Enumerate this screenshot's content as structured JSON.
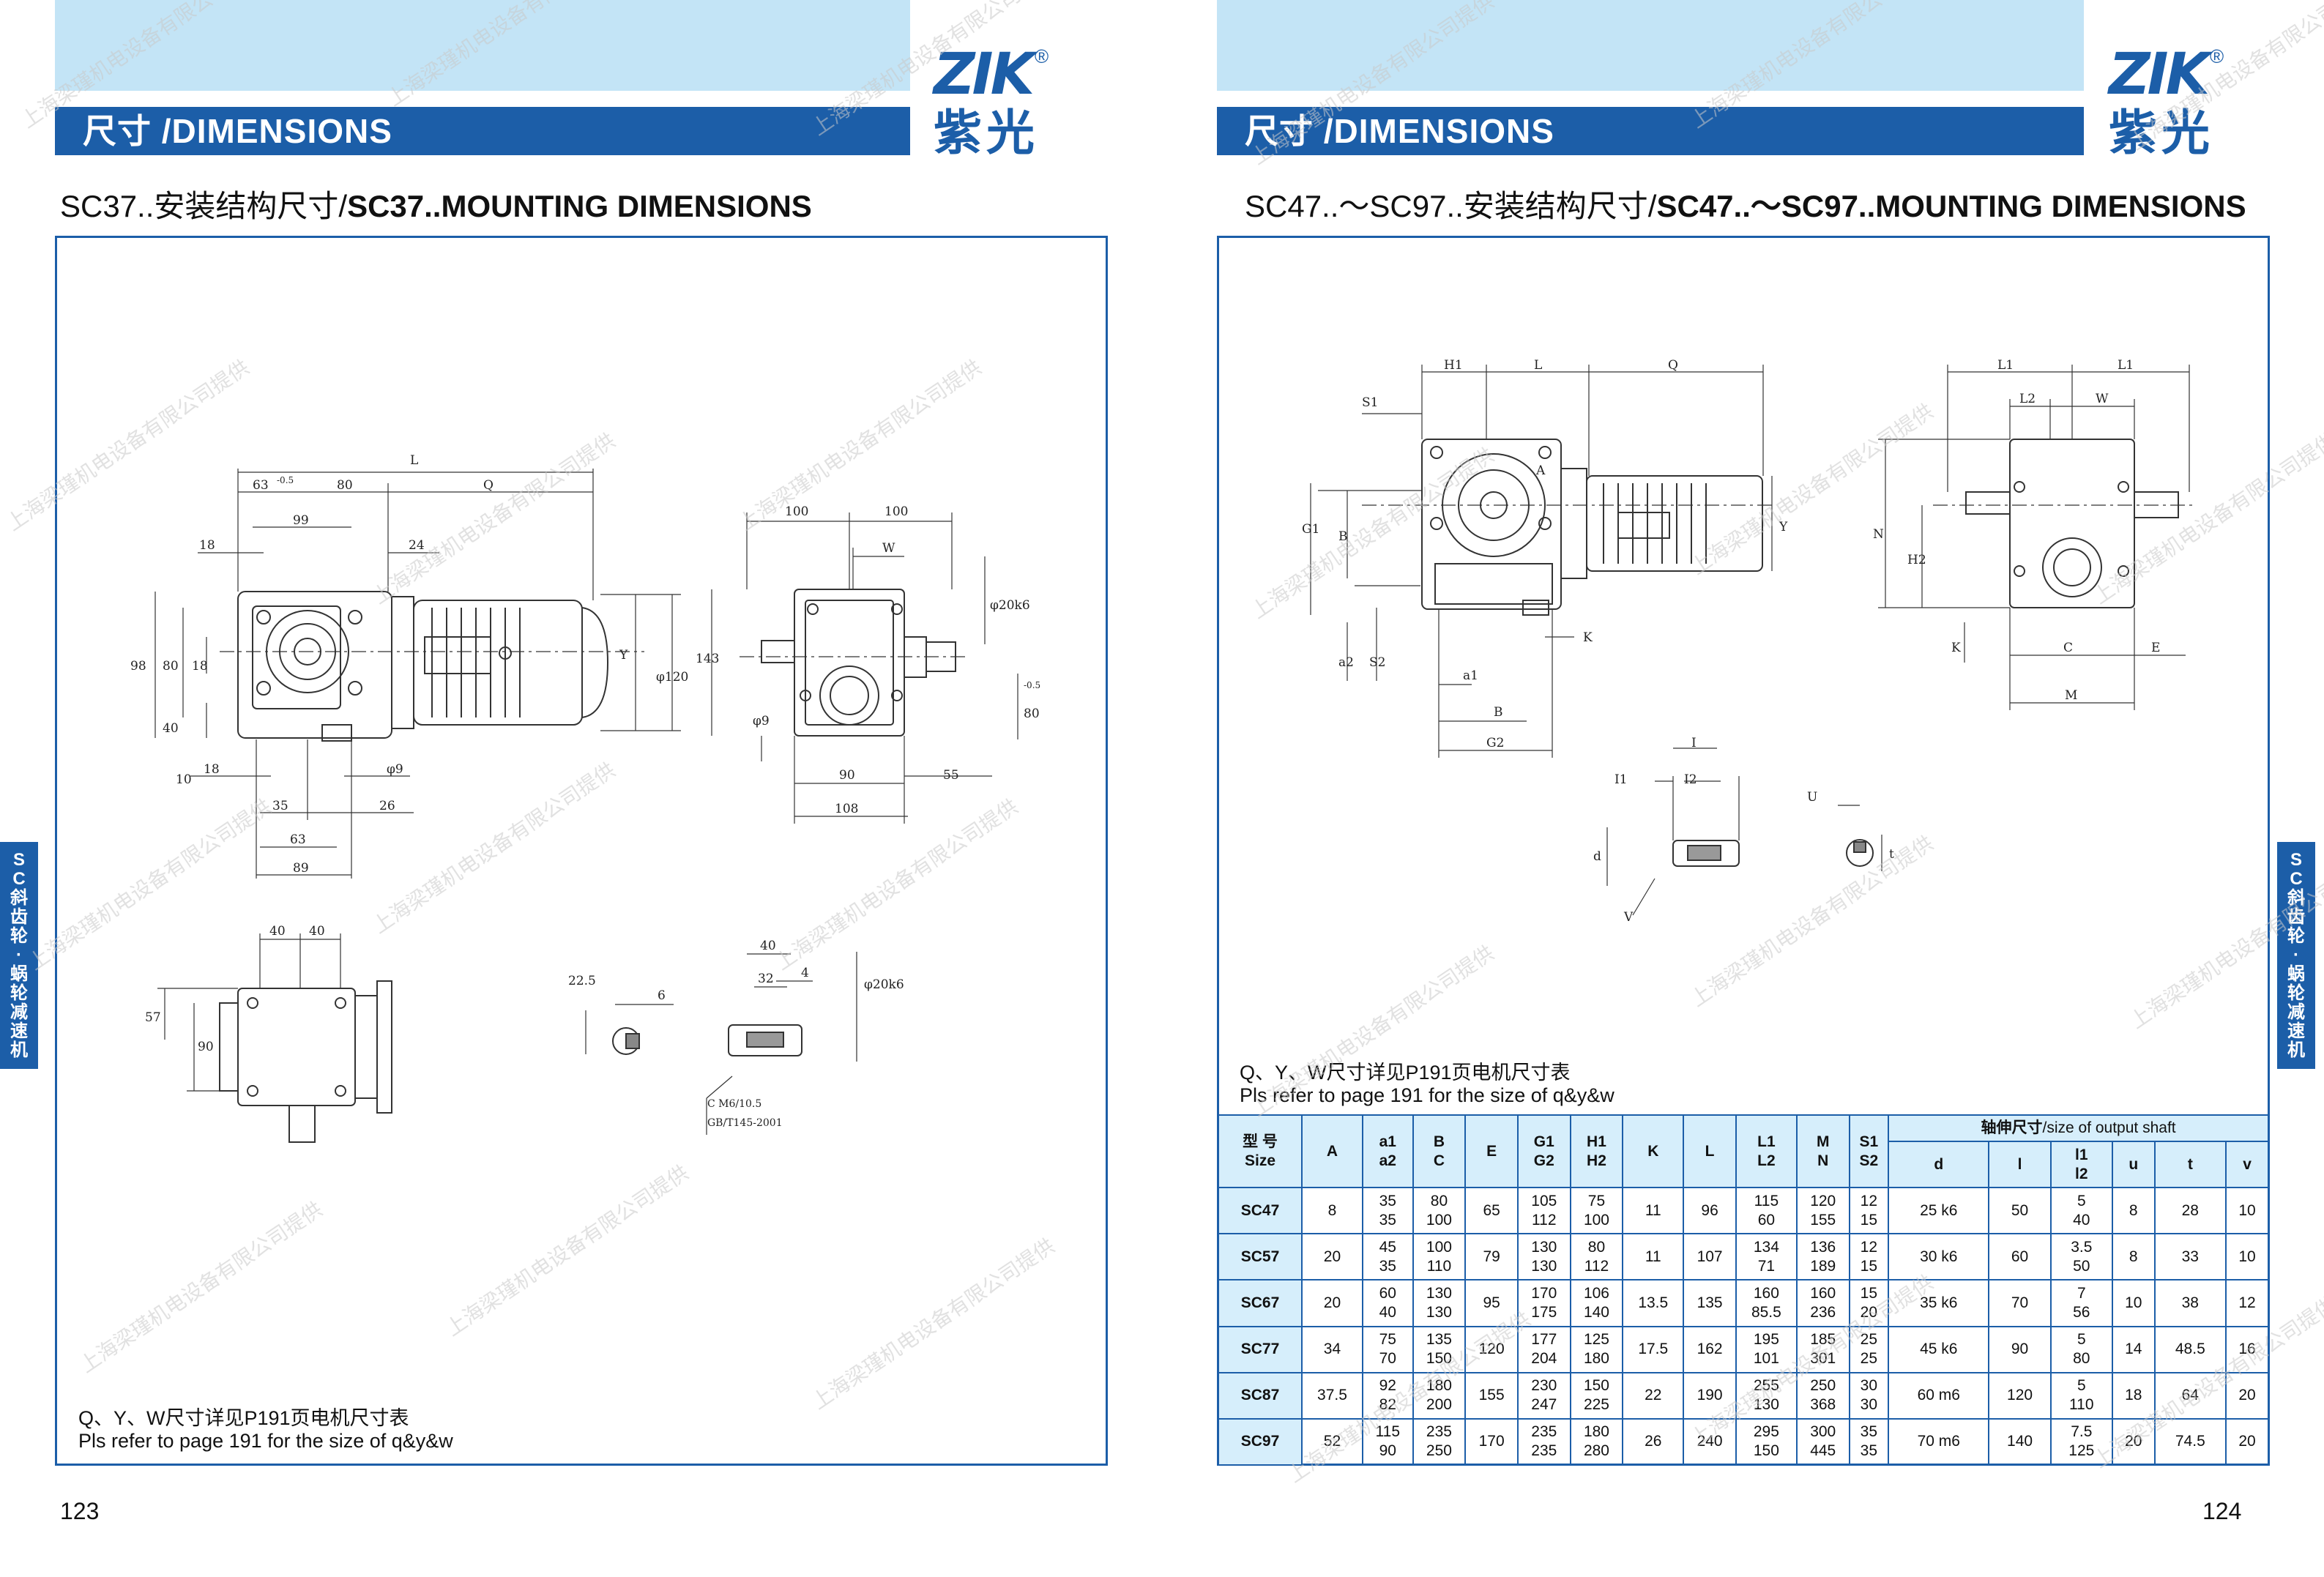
{
  "header": {
    "section_title": "尺寸 /DIMENSIONS"
  },
  "logo": {
    "mark": "ZIK",
    "reg": "®",
    "cn": "紫光"
  },
  "left": {
    "subtitle_pre": "SC37..安装结构尺寸/",
    "subtitle_bold": "SC37..MOUNTING DIMENSIONS",
    "note_cn": "Q、Y、W尺寸详见P191页电机尺寸表",
    "note_en": "Pls refer to page 191 for the size of q&y&w",
    "page_number": "123",
    "dims": {
      "L": "L",
      "Q": "Q",
      "d63": "63",
      "d05": "-0.5",
      "d80": "80",
      "d99": "99",
      "d18": "18",
      "d24": "24",
      "d98": "98",
      "d80v": "80",
      "d18v": "18",
      "d40": "40",
      "d10": "10",
      "d18b": "18",
      "phi9": "φ9",
      "d35": "35",
      "d26": "26",
      "d63b": "63",
      "d89": "89",
      "Y": "Y",
      "phi120": "φ120",
      "r100a": "100",
      "r100b": "100",
      "W": "W",
      "phi20k6": "φ20k6",
      "d143": "143",
      "rphi9": "φ9",
      "r80": "80",
      "r05": "-0.5",
      "r90": "90",
      "r55": "55",
      "r108": "108",
      "b40a": "40",
      "b40b": "40",
      "b57": "57",
      "b90": "90",
      "k225": "22.5",
      "k6": "6",
      "s40": "40",
      "s32": "32",
      "s4": "4",
      "sphi20k6": "φ20k6",
      "cm": "C M6/10.5",
      "gb": "GB/T145-2001"
    }
  },
  "right": {
    "subtitle_pre": "SC47..～SC97..安装结构尺寸/",
    "subtitle_bold": "SC47..～SC97..MOUNTING DIMENSIONS",
    "note_cn": "Q、Y、W尺寸详见P191页电机尺寸表",
    "note_en": "Pls refer to page 191 for the size of q&y&w",
    "page_number": "124",
    "dims": {
      "H1": "H1",
      "L": "L",
      "Q": "Q",
      "S1": "S1",
      "A": "A",
      "G1": "G1",
      "B": "B",
      "Y": "Y",
      "a2": "a2",
      "S2": "S2",
      "a1": "a1",
      "B2": "B",
      "G2": "G2",
      "K": "K",
      "L1a": "L1",
      "L1b": "L1",
      "L2": "L2",
      "W": "W",
      "N": "N",
      "H2": "H2",
      "Kr": "K",
      "C": "C",
      "E": "E",
      "M": "M",
      "I": "I",
      "I1": "I1",
      "I2": "I2",
      "d": "d",
      "V": "V",
      "U": "U",
      "t": "t"
    }
  },
  "sidetab": {
    "text": [
      "S",
      "C",
      "斜",
      "齿",
      "轮",
      "·",
      "蜗",
      "轮",
      "减",
      "速",
      "机"
    ]
  },
  "watermark": "上海梁瑾机电设备有限公司提供",
  "table": {
    "h_size_cn": "型 号",
    "h_size_en": "Size",
    "h_shaft": "轴伸尺寸",
    "h_shaft_en": "/size of output shaft",
    "cols": [
      {
        "top": "A",
        "bot": ""
      },
      {
        "top": "a1",
        "bot": "a2"
      },
      {
        "top": "B",
        "bot": "C"
      },
      {
        "top": "E",
        "bot": ""
      },
      {
        "top": "G1",
        "bot": "G2"
      },
      {
        "top": "H1",
        "bot": "H2"
      },
      {
        "top": "K",
        "bot": ""
      },
      {
        "top": "L",
        "bot": ""
      },
      {
        "top": "L1",
        "bot": "L2"
      },
      {
        "top": "M",
        "bot": "N"
      },
      {
        "top": "S1",
        "bot": "S2"
      }
    ],
    "shaft_cols": [
      {
        "top": "d",
        "bot": ""
      },
      {
        "top": "l",
        "bot": ""
      },
      {
        "top": "l1",
        "bot": "l2"
      },
      {
        "top": "u",
        "bot": ""
      },
      {
        "top": "t",
        "bot": ""
      },
      {
        "top": "v",
        "bot": ""
      }
    ],
    "rows": [
      {
        "size": "SC47",
        "c": [
          [
            "8"
          ],
          [
            "35",
            "35"
          ],
          [
            "80",
            "100"
          ],
          [
            "65"
          ],
          [
            "105",
            "112"
          ],
          [
            "75",
            "100"
          ],
          [
            "11"
          ],
          [
            "96"
          ],
          [
            "115",
            "60"
          ],
          [
            "120",
            "155"
          ],
          [
            "12",
            "15"
          ]
        ],
        "s": [
          [
            "25 k6"
          ],
          [
            "50"
          ],
          [
            "5",
            "40"
          ],
          [
            "8"
          ],
          [
            "28"
          ],
          [
            "10"
          ]
        ]
      },
      {
        "size": "SC57",
        "c": [
          [
            "20"
          ],
          [
            "45",
            "35"
          ],
          [
            "100",
            "110"
          ],
          [
            "79"
          ],
          [
            "130",
            "130"
          ],
          [
            "80",
            "112"
          ],
          [
            "11"
          ],
          [
            "107"
          ],
          [
            "134",
            "71"
          ],
          [
            "136",
            "189"
          ],
          [
            "12",
            "15"
          ]
        ],
        "s": [
          [
            "30 k6"
          ],
          [
            "60"
          ],
          [
            "3.5",
            "50"
          ],
          [
            "8"
          ],
          [
            "33"
          ],
          [
            "10"
          ]
        ]
      },
      {
        "size": "SC67",
        "c": [
          [
            "20"
          ],
          [
            "60",
            "40"
          ],
          [
            "130",
            "130"
          ],
          [
            "95"
          ],
          [
            "170",
            "175"
          ],
          [
            "106",
            "140"
          ],
          [
            "13.5"
          ],
          [
            "135"
          ],
          [
            "160",
            "85.5"
          ],
          [
            "160",
            "236"
          ],
          [
            "15",
            "20"
          ]
        ],
        "s": [
          [
            "35 k6"
          ],
          [
            "70"
          ],
          [
            "7",
            "56"
          ],
          [
            "10"
          ],
          [
            "38"
          ],
          [
            "12"
          ]
        ]
      },
      {
        "size": "SC77",
        "c": [
          [
            "34"
          ],
          [
            "75",
            "70"
          ],
          [
            "135",
            "150"
          ],
          [
            "120"
          ],
          [
            "177",
            "204"
          ],
          [
            "125",
            "180"
          ],
          [
            "17.5"
          ],
          [
            "162"
          ],
          [
            "195",
            "101"
          ],
          [
            "185",
            "301"
          ],
          [
            "25",
            "25"
          ]
        ],
        "s": [
          [
            "45 k6"
          ],
          [
            "90"
          ],
          [
            "5",
            "80"
          ],
          [
            "14"
          ],
          [
            "48.5"
          ],
          [
            "16"
          ]
        ]
      },
      {
        "size": "SC87",
        "c": [
          [
            "37.5"
          ],
          [
            "92",
            "82"
          ],
          [
            "180",
            "200"
          ],
          [
            "155"
          ],
          [
            "230",
            "247"
          ],
          [
            "150",
            "225"
          ],
          [
            "22"
          ],
          [
            "190"
          ],
          [
            "255",
            "130"
          ],
          [
            "250",
            "368"
          ],
          [
            "30",
            "30"
          ]
        ],
        "s": [
          [
            "60 m6"
          ],
          [
            "120"
          ],
          [
            "5",
            "110"
          ],
          [
            "18"
          ],
          [
            "64"
          ],
          [
            "20"
          ]
        ]
      },
      {
        "size": "SC97",
        "c": [
          [
            "52"
          ],
          [
            "115",
            "90"
          ],
          [
            "235",
            "250"
          ],
          [
            "170"
          ],
          [
            "235",
            "235"
          ],
          [
            "180",
            "280"
          ],
          [
            "26"
          ],
          [
            "240"
          ],
          [
            "295",
            "150"
          ],
          [
            "300",
            "445"
          ],
          [
            "35",
            "35"
          ]
        ],
        "s": [
          [
            "70 m6"
          ],
          [
            "140"
          ],
          [
            "7.5",
            "125"
          ],
          [
            "20"
          ],
          [
            "74.5"
          ],
          [
            "20"
          ]
        ]
      }
    ]
  }
}
